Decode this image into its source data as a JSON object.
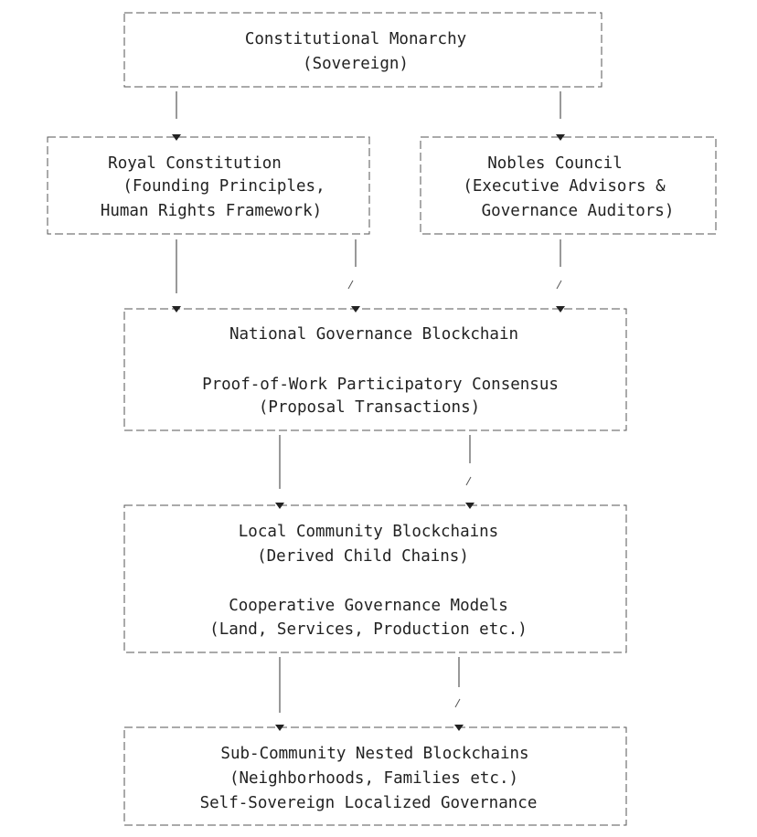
{
  "diagram": {
    "sovereign": {
      "line1": "Constitutional Monarchy",
      "line2": "(Sovereign)"
    },
    "constitution": {
      "line1": "Royal Constitution",
      "line2": "(Founding Principles,",
      "line3": "Human Rights Framework)"
    },
    "council": {
      "line1": "Nobles Council",
      "line2": "(Executive Advisors &",
      "line3": "Governance Auditors)"
    },
    "national": {
      "line1": "National Governance Blockchain",
      "line2": "Proof-of-Work Participatory Consensus",
      "line3": "(Proposal Transactions)"
    },
    "local": {
      "line1": "Local Community Blockchains",
      "line2": "(Derived Child Chains)",
      "line3": "Cooperative Governance Models",
      "line4": "(Land, Services, Production etc.)"
    },
    "sub": {
      "line1": "Sub-Community Nested Blockchains",
      "line2": "(Neighborhoods, Families etc.)",
      "line3": "Self-Sovereign Localized Governance"
    }
  }
}
